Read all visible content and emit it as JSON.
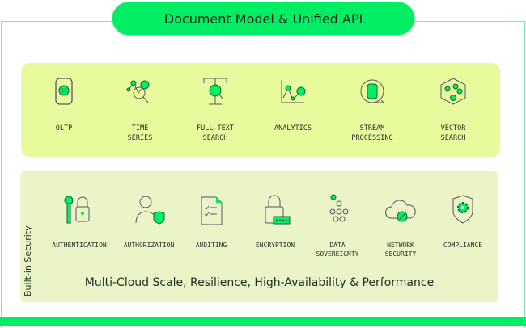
{
  "title": "Document Model & Unified API",
  "workloads": [
    {
      "label": "OLTP",
      "icon": "document-icon"
    },
    {
      "label": "TIME\nSERIES",
      "icon": "time-series-icon"
    },
    {
      "label": "FULL-TEXT\nSEARCH",
      "icon": "text-search-icon"
    },
    {
      "label": "ANALYTICS",
      "icon": "analytics-icon"
    },
    {
      "label": "STREAM\nPROCESSING",
      "icon": "stream-icon"
    },
    {
      "label": "VECTOR\nSEARCH",
      "icon": "vector-icon"
    }
  ],
  "security": {
    "side_label": "Built-in Security",
    "items": [
      {
        "label": "AUTHENTICATION",
        "icon": "key-lock-icon"
      },
      {
        "label": "AUTHORIZATION",
        "icon": "user-shield-icon"
      },
      {
        "label": "AUDITING",
        "icon": "checklist-icon"
      },
      {
        "label": "ENCRYPTION",
        "icon": "lock-password-icon"
      },
      {
        "label": "DATA\nSOVEREIGNTY",
        "icon": "data-dots-icon"
      },
      {
        "label": "NETWORK\nSECURITY",
        "icon": "cloud-icon"
      },
      {
        "label": "COMPLIANCE",
        "icon": "shield-gear-icon"
      }
    ]
  },
  "footer": "Multi-Cloud Scale, Resilience, High-Availability & Performance",
  "colors": {
    "accent": "#00ed64",
    "top_panel": "#e8fb9c",
    "bottom_panel": "#ebf4c7"
  }
}
